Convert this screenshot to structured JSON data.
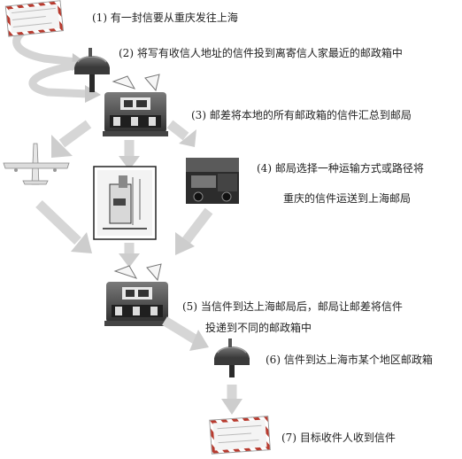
{
  "steps": [
    {
      "num": "(1)",
      "text": "有一封信要从重庆发往上海"
    },
    {
      "num": "(2)",
      "text": "将写有收信人地址的信件投到离寄信人家最近的邮政箱中"
    },
    {
      "num": "(3)",
      "text": "邮差将本地的所有邮政箱的信件汇总到邮局"
    },
    {
      "num": "(4)",
      "text": "邮局选择一种运输方式或路径将",
      "text2": "重庆的信件运送到上海邮局"
    },
    {
      "num": "(5)",
      "text": "当信件到达上海邮局后，邮局让邮差将信件",
      "text2": "投递到不同的邮政箱中"
    },
    {
      "num": "(6)",
      "text": "信件到达上海市某个地区邮政箱"
    },
    {
      "num": "(7)",
      "text": "目标收件人收到信件"
    }
  ],
  "icons": {
    "letter_top": "letter-envelope-icon",
    "mailbox_1": "mailbox-icon",
    "post_office_1": "post-office-icon",
    "airplane": "airplane-icon",
    "train": "train-icon",
    "truck": "truck-photo-icon",
    "post_office_2": "post-office-icon",
    "mailbox_2": "mailbox-icon",
    "letter_bottom": "letter-envelope-icon"
  },
  "colors": {
    "arrow": "#d6d6d6",
    "dark": "#2a2a2a",
    "red": "#b83a2e",
    "paper": "#f2f2f2"
  }
}
